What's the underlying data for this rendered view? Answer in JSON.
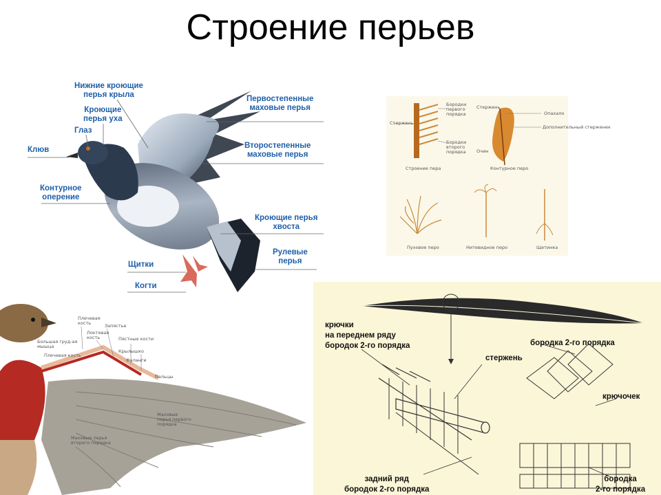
{
  "title": "Строение перьев",
  "pigeon": {
    "lower_coverts": "Нижние кроющие\nперья крыла",
    "ear_coverts": "Кроющие\nперья уха",
    "eye": "Глаз",
    "beak": "Клюв",
    "contour": "Контурное\nоперение",
    "primaries": "Первостепенные\nмаховые перья",
    "secondaries": "Второстепенные\nмаховые перья",
    "tail_coverts": "Кроющие перья\nхвоста",
    "rectrices": "Рулевые\nперья",
    "scutes": "Щитки",
    "claws": "Когти"
  },
  "feather_types": {
    "vane": "Опахало",
    "shaft_left": "Стержень",
    "shaft_right": "Стержень",
    "barb_upper": "Бородки\nпервого\nпорядка",
    "barb_lower": "Бородки\nвторого\nпорядка",
    "after": "Дополнительный\nстерженек",
    "sq": "Очин",
    "structure": "Строение пера",
    "contour_pero": "Контурное перо",
    "down": "Пуховое перо",
    "filo": "Нитевидное перо",
    "bristle": "Щетинка"
  },
  "wing": {
    "shoulder": "Плечевая\nкость",
    "elbow": "Локтевая\nкость",
    "wrist": "Запястье",
    "hand": "Пястные кости",
    "alula": "Крылышко",
    "phal": "Фаланги",
    "dig": "Пальцы",
    "pectoral": "Большая груд-ая\nмышца",
    "forearm": "Плечевая кость",
    "primaries": "Маховые\nперья первого\nпорядка",
    "secondaries": "Маховые перья\nвторого порядка"
  },
  "micro": {
    "hooks": "крючки\nна переднем ряду\nбородок 2-го порядка",
    "barb2_top": "бородка 2-го порядка",
    "shaft": "стержень",
    "hook": "крючочек",
    "back_row": "задний ряд\nбородок 2-го порядка",
    "barb2_bottom": "бородка\n2-го порядка"
  }
}
